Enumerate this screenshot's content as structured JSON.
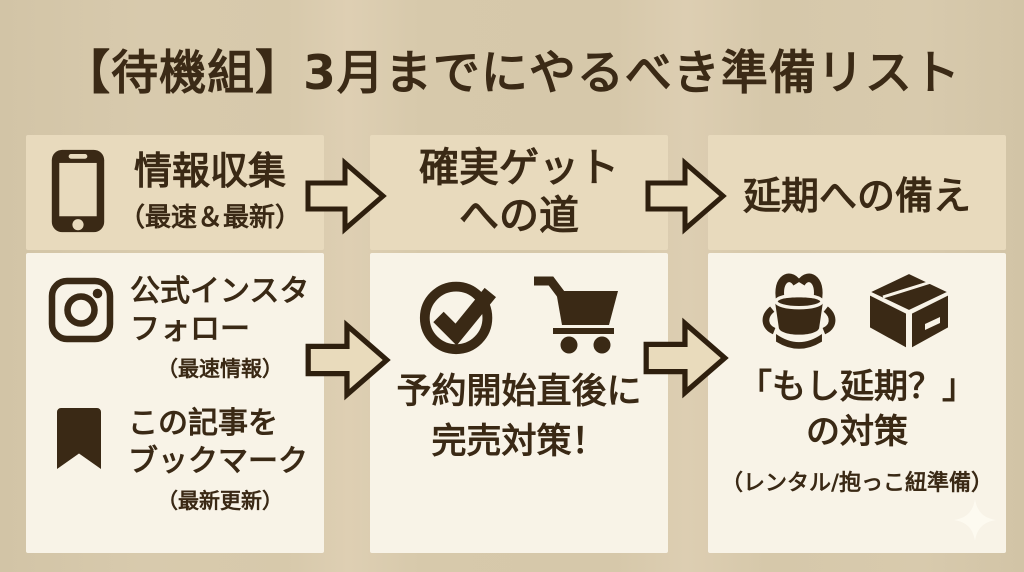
{
  "title": "【待機組】3月までにやるべき準備リスト",
  "colors": {
    "background": "#d6c8aa",
    "header_box": "#e8dabd",
    "content_box": "#f8f3e7",
    "ink": "#3a2915",
    "arrow_fill": "#e9dbbc"
  },
  "columns": [
    {
      "header": {
        "icon": "smartphone-icon",
        "line1": "情報収集",
        "line2": "（最速＆最新）"
      },
      "items": [
        {
          "icon": "instagram-icon",
          "line1": "公式インスタ",
          "line2": "フォロー",
          "note": "（最速情報）"
        },
        {
          "icon": "bookmark-icon",
          "line1": "この記事を",
          "line2": "ブックマーク",
          "note": "（最新更新）"
        }
      ]
    },
    {
      "header": {
        "line1": "確実ゲット",
        "line2": "への道"
      },
      "body": {
        "icons": [
          "check-circle-icon",
          "cart-icon"
        ],
        "line1": "予約開始直後に",
        "line2": "完売対策！"
      }
    },
    {
      "header": {
        "line1": "延期への備え"
      },
      "body": {
        "icons": [
          "baby-carrier-icon",
          "package-box-icon"
        ],
        "line1": "「もし延期？」",
        "line2": "の対策",
        "note": "（レンタル/抱っこ紐準備）"
      }
    }
  ],
  "flow": {
    "arrows": [
      "step1-to-step2",
      "step2-to-step3",
      "detail1-to-detail2",
      "detail2-to-detail3"
    ]
  }
}
